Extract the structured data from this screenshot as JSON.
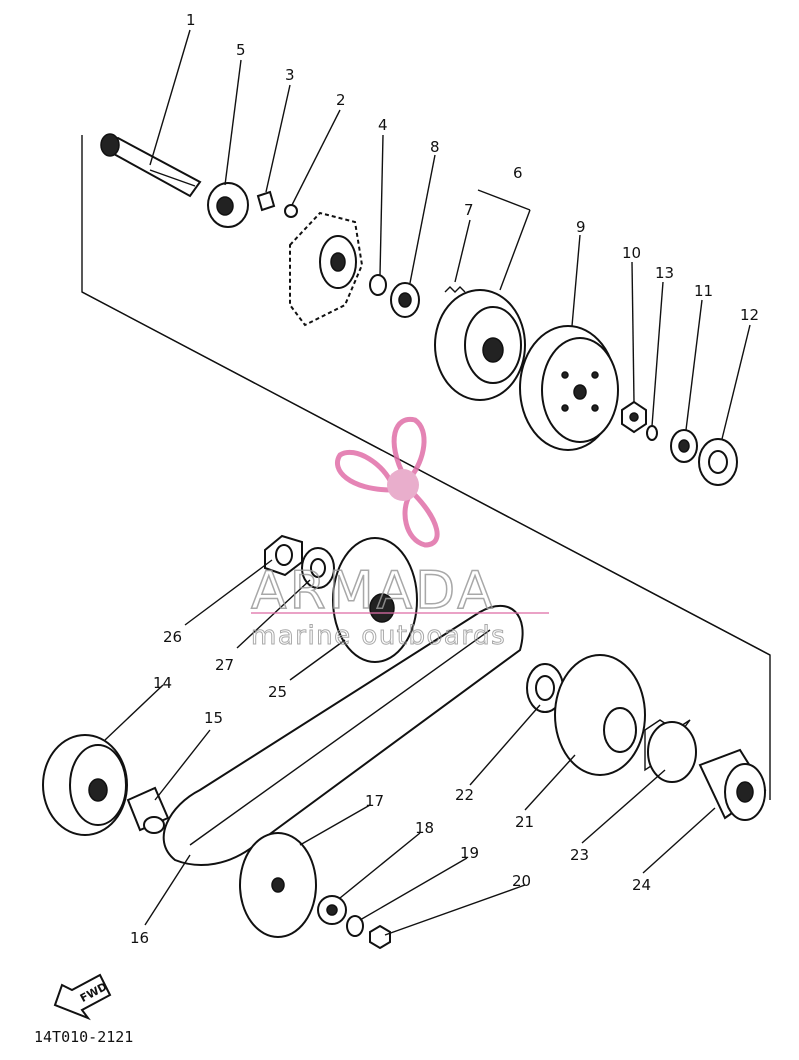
{
  "watermark": {
    "brand": "ARMADA",
    "tagline": "marine outboards",
    "accent_color": "#e06fa8",
    "text_color": "#9a9a9a",
    "icon": "propeller-logo"
  },
  "drawing_code": "14T010-2121",
  "fwd_label": "FWD",
  "part_labels": {
    "p1": "1",
    "p2": "2",
    "p3": "3",
    "p4": "4",
    "p5": "5",
    "p6": "6",
    "p7": "7",
    "p8": "8",
    "p9": "9",
    "p10": "10",
    "p11": "11",
    "p12": "12",
    "p13": "13",
    "p14": "14",
    "p15": "15",
    "p16": "16",
    "p17": "17",
    "p18": "18",
    "p19": "19",
    "p20": "20",
    "p21": "21",
    "p22": "22",
    "p23": "23",
    "p24": "24",
    "p25": "25",
    "p26": "26",
    "p27": "27"
  }
}
